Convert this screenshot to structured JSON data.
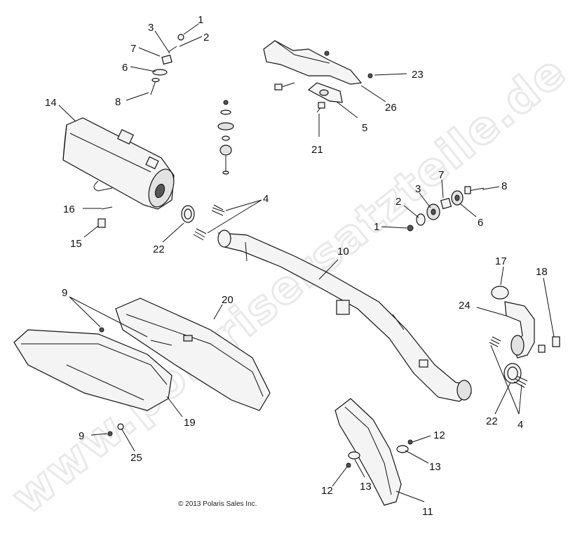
{
  "watermark": "www.polarisersatzteile.de",
  "copyright": "© 2013 Polaris Sales Inc.",
  "callouts": [
    "1",
    "2",
    "3",
    "4",
    "5",
    "6",
    "7",
    "8",
    "9",
    "10",
    "11",
    "12",
    "13",
    "14",
    "15",
    "16",
    "17",
    "18",
    "19",
    "20",
    "21",
    "22",
    "23",
    "24",
    "25",
    "26"
  ],
  "colors": {
    "line": "#111111",
    "fill": "#f4f4f4",
    "shade": "#e2e2e2",
    "watermark": "#e9e9e9"
  }
}
